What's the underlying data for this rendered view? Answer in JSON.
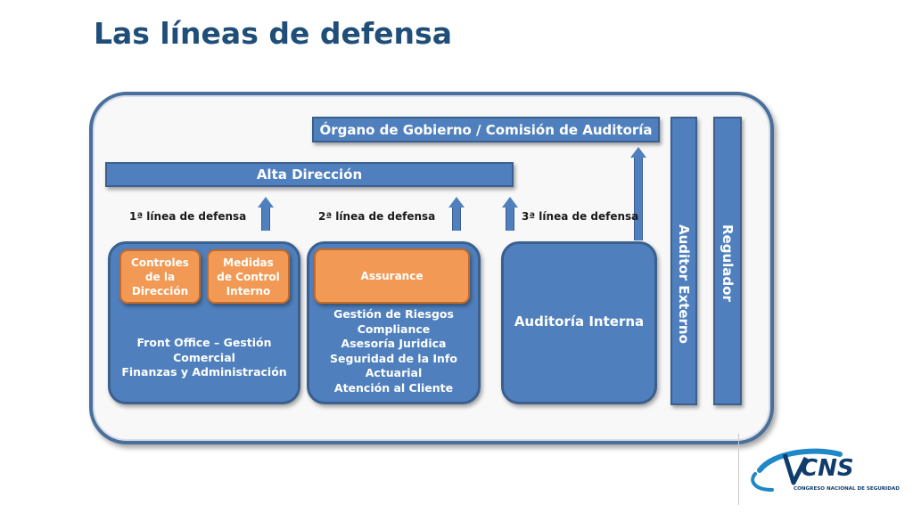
{
  "title": "Las líneas de defensa",
  "organo": "Órgano de Gobierno / Comisión de Auditoría",
  "alta_direccion": "Alta Dirección",
  "vertical": {
    "auditor_externo": "Auditor Externo",
    "regulador": "Regulador"
  },
  "lines": {
    "first": "1ª línea de defensa",
    "second": "2ª línea de defensa",
    "third": "3ª línea de defensa"
  },
  "first_line": {
    "controles": [
      "Controles",
      "de la",
      "Dirección"
    ],
    "medidas": [
      "Medidas",
      "de Control",
      "Interno"
    ],
    "body": [
      "Front Office – Gestión",
      "Comercial",
      "Finanzas y Administración"
    ]
  },
  "second_line": {
    "assurance": "Assurance",
    "body": [
      "Gestión de Riesgos",
      "Compliance",
      "Asesoría Juridica",
      "Seguridad de la Info",
      "Actuarial",
      "Atención al Cliente"
    ]
  },
  "third_line": {
    "body": "Auditoría Interna"
  },
  "logo": {
    "name": "CNS",
    "subtitle": "CONGRESO NACIONAL DE SEGURIDAD"
  },
  "colors": {
    "blue": "#4f80bd",
    "orange": "#f29a55",
    "title": "#1f4e79"
  }
}
